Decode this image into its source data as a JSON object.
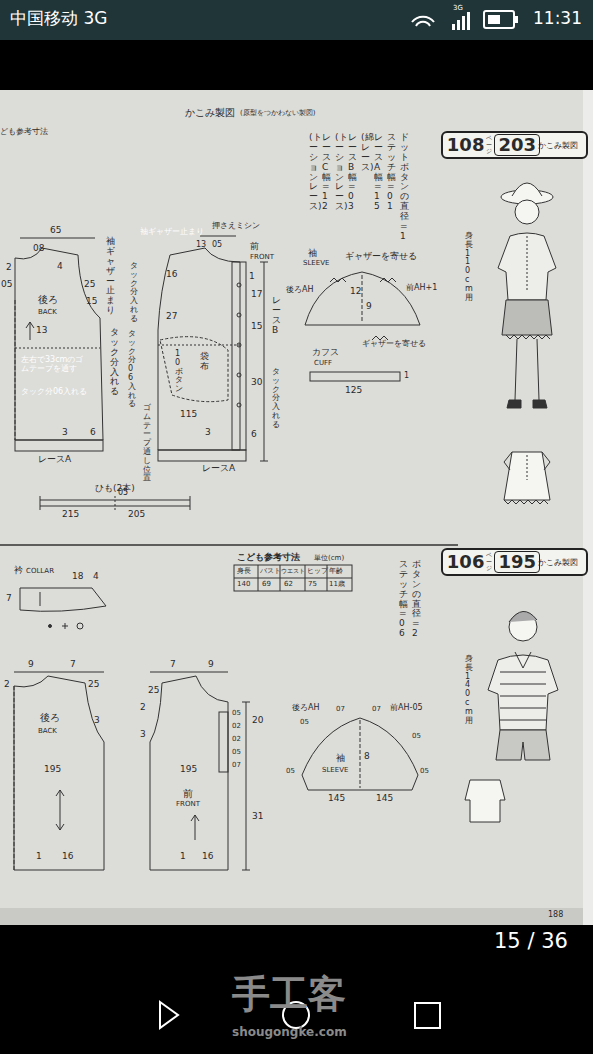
{
  "diagram": {
    "nodes": [
      {
        "text": [
          "108",
          "ページ",
          "203",
          "かこみ製図"
        ]
      },
      {
        "text": [
          "106",
          "ページ",
          "195",
          "かこみ製図"
        ]
      }
    ],
    "labels": [
      "中国移动 3G",
      "3G",
      "11:31",
      "かこみ製図",
      "(原型をつかわない製図)",
      "ども参考寸法",
      "ドットボタンの直径=1",
      "ステッチ幅=01",
      "レースA幅=15",
      "(綿レース)",
      "レースB幅=03",
      "(トーションレース)",
      "レースC幅=12",
      "(トーションレース)",
      "身長110cm用",
      "65",
      "08",
      "4",
      "2",
      "05",
      "袖ギャザー止まり",
      "25",
      "15",
      "後ろ",
      "BACK",
      "13",
      "左右で33cmのゴムテープを通す",
      "タック分06入れる",
      "タック分入れる",
      "レースA",
      "3",
      "6",
      "ひも(2本)",
      "05",
      "215",
      "205",
      "押さえミシン",
      "袖ギャザー止まり",
      "13",
      "05",
      "前",
      "FRONT",
      "1",
      "16",
      "17",
      "タック分入れる",
      "ゴムテープ通し位置",
      "27",
      "10ボタン",
      "袋布",
      "115",
      "タック分06入れる",
      "レースA",
      "3",
      "15",
      "レースB",
      "30",
      "タック分入れる",
      "6",
      "袖",
      "SLEEVE",
      "ギャザーを寄せる",
      "12",
      "後ろAH",
      "前AH+1",
      "9",
      "ギャザーを寄せる",
      "カフス",
      "CUFF",
      "125",
      "1",
      "こども参考寸法",
      "単位(cm)",
      "身長",
      "バスト",
      "ウエスト",
      "ヒップ",
      "年齢",
      "140",
      "69",
      "62",
      "75",
      "11歳",
      "ボタンの直径=2",
      "ステッチ幅=06",
      "身長140cm用",
      "衿",
      "COLLAR",
      "18",
      "4",
      "7",
      "9",
      "7",
      "2",
      "25",
      "後ろ",
      "BACK",
      "3",
      "195",
      "1",
      "16",
      "7",
      "9",
      "25",
      "2",
      "3",
      "195",
      "前",
      "FRONT",
      "1",
      "16",
      "20",
      "31",
      "05",
      "02",
      "02",
      "05",
      "07",
      "後ろAH",
      "07",
      "07",
      "前AH-05",
      "05",
      "05",
      "袖",
      "SLEEVE",
      "8",
      "05",
      "05",
      "145",
      "145",
      "188",
      "15 / 36",
      "手工客",
      "shougongke.com"
    ]
  }
}
